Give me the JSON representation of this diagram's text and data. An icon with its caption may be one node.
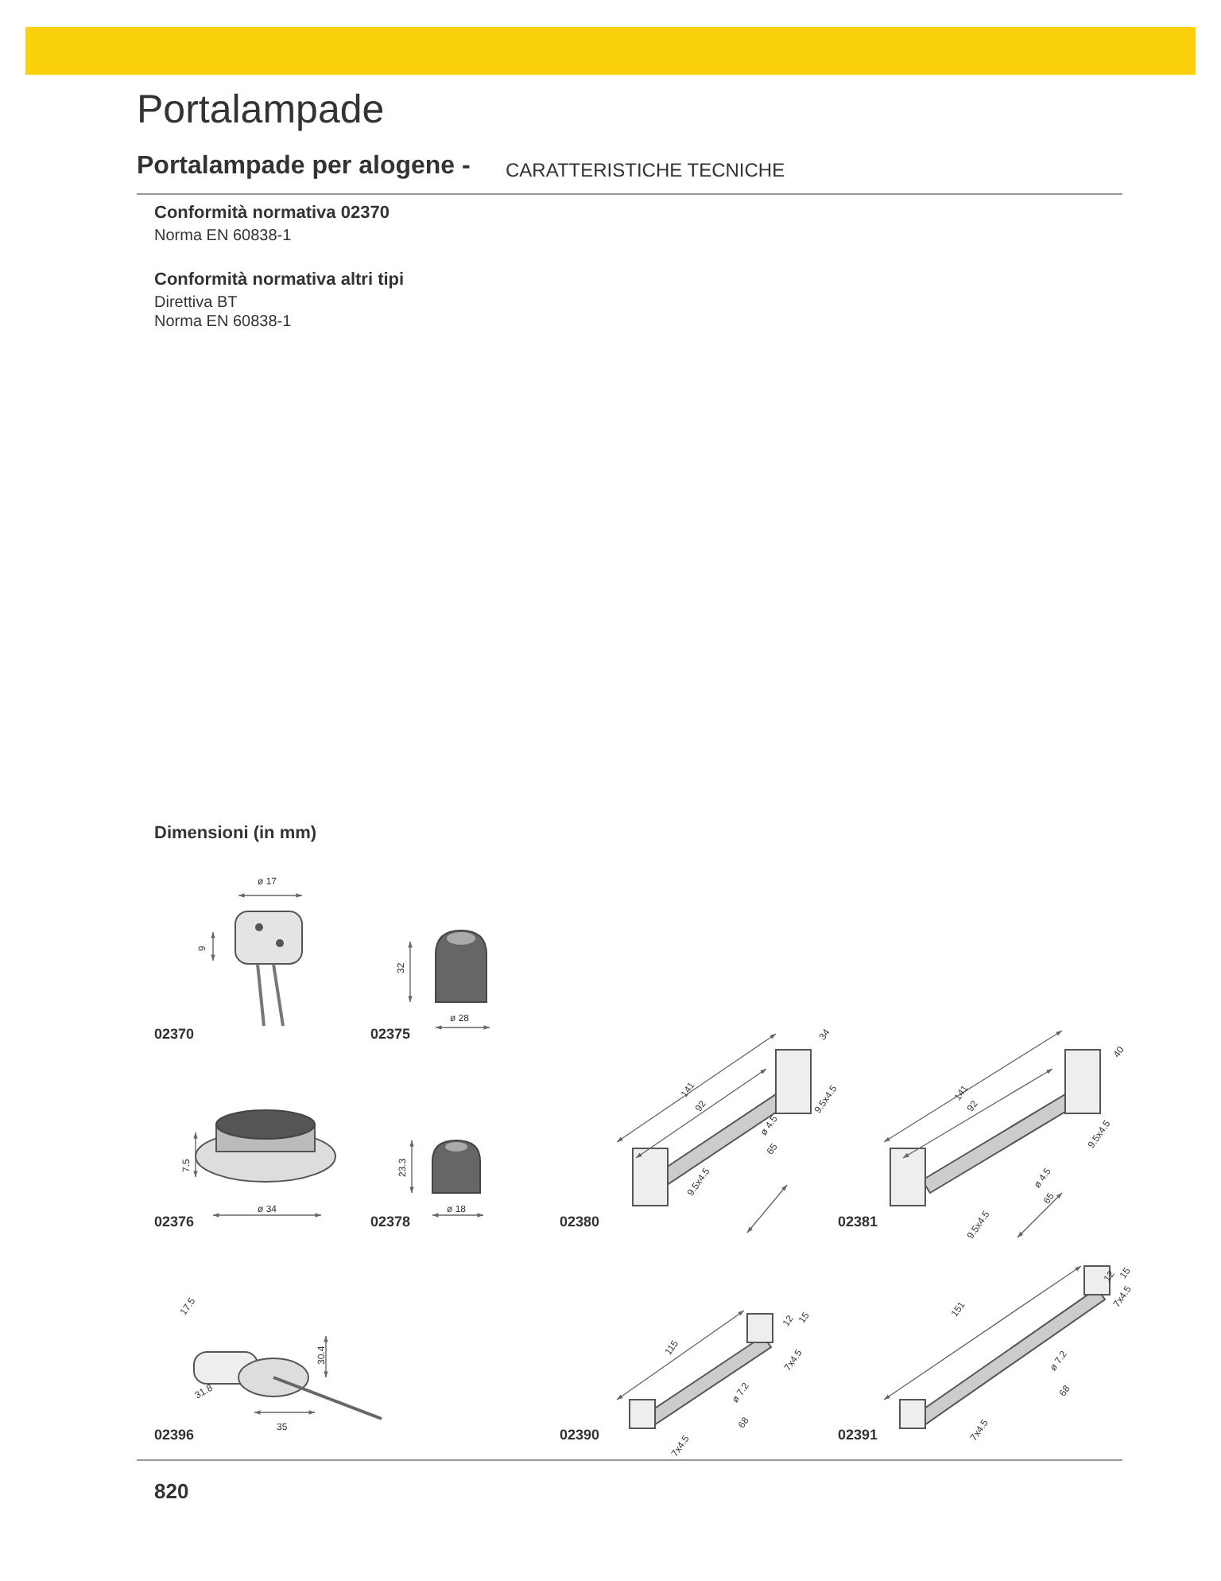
{
  "diagram": {
    "title": "Portalampade",
    "labels": [
      "Portalampade per alogene -",
      "CARATTERISTICHE TECNICHE",
      "Conformità normativa 02370",
      "Norma EN 60838-1",
      "Conformità normativa altri tipi",
      "Direttiva BT",
      "Norma EN 60838-1",
      "Dimensioni (in mm)",
      "ø 17",
      "9",
      "02370",
      "32",
      "ø 28",
      "02375",
      "7.5",
      "ø 34",
      "02376",
      "23.3",
      "ø 18",
      "02378",
      "141",
      "92",
      "34",
      "9.5x4.5",
      "ø 4.5",
      "65",
      "9.5x4.5",
      "02380",
      "141",
      "92",
      "40",
      "9.5x4.5",
      "ø 4.5",
      "65",
      "9.5x4.5",
      "02381",
      "17.5",
      "30.4",
      "31.8",
      "35",
      "02396",
      "115",
      "12",
      "15",
      "7x4.5",
      "ø 7.2",
      "68",
      "7x4.5",
      "02390",
      "151",
      "12",
      "15",
      "7x4.5",
      "ø 7.2",
      "68",
      "7x4.5",
      "02391",
      "820"
    ]
  }
}
